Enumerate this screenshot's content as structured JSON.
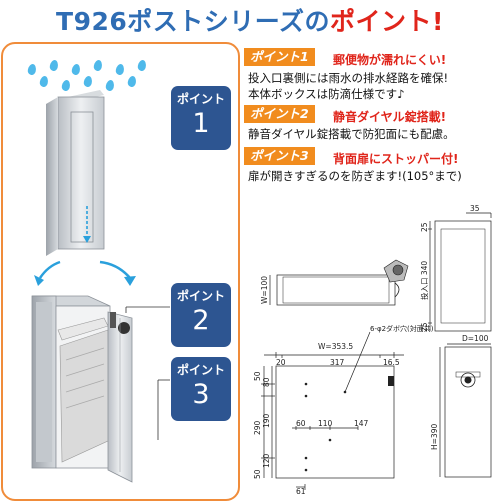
{
  "title": {
    "prefix": "T926ポストシリーズの",
    "accent": "ポイント!"
  },
  "colors": {
    "title": "#2f6db4",
    "accent": "#e0251b",
    "orange": "#f18c1e",
    "badge": "#2d5591",
    "rain": "#4fb9ea"
  },
  "badges": [
    {
      "label": "ポイント",
      "number": "1"
    },
    {
      "label": "ポイント",
      "number": "2"
    },
    {
      "label": "ポイント",
      "number": "3"
    }
  ],
  "points": [
    {
      "tag": "ポイント1",
      "headline": "郵便物が濡れにくい!",
      "lines": [
        "投入口裏側には雨水の排水経路を確保!",
        "本体ボックスは防滴仕様です♪"
      ]
    },
    {
      "tag": "ポイント2",
      "headline": "静音ダイヤル錠搭載!",
      "lines": [
        "静音ダイヤル錠搭載で防犯面にも配慮。"
      ]
    },
    {
      "tag": "ポイント3",
      "headline": "背面扉にストッパー付!",
      "lines": [
        "扉が開きすぎるのを防ぎます!(105°まで)"
      ]
    }
  ],
  "drawing": {
    "front": {
      "dim_35": "35",
      "dim_25_top": "25",
      "dim_25_bottom": "25",
      "slot": "投入口 340"
    },
    "side": {
      "w100": "W=100"
    },
    "top_w": "W=353.5",
    "holes_note": "6-φ2ダボ穴(対面共)",
    "row_dims": [
      "20",
      "317",
      "16.5"
    ],
    "left_dims": [
      "50",
      "80",
      "290",
      "190",
      "120",
      "50"
    ],
    "mid_dims": [
      "60",
      "110",
      "147"
    ],
    "bottom_dim": "61",
    "depth": {
      "d100": "D=100",
      "h390": "H=390"
    }
  }
}
